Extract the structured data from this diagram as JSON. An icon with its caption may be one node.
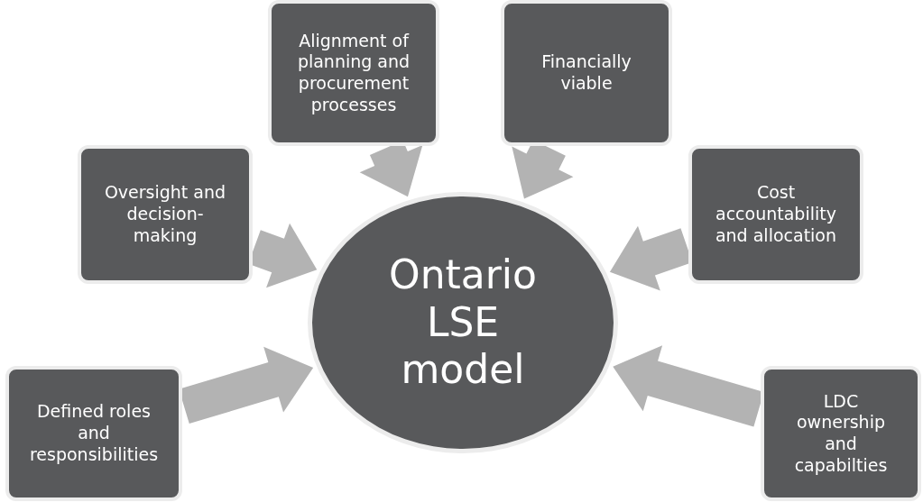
{
  "diagram": {
    "nodes": [
      {
        "text": [
          "Alignment of planning and procurement processes"
        ]
      },
      {
        "text": [
          "Financially viable"
        ]
      },
      {
        "text": [
          "Oversight and decision-making"
        ]
      },
      {
        "text": [
          "Cost accountability and allocation"
        ]
      },
      {
        "text": [
          "Ontario LSE model"
        ]
      },
      {
        "text": [
          "Defined roles and responsibilities"
        ]
      },
      {
        "text": [
          "LDC ownership and capabilties"
        ]
      }
    ],
    "edges": [
      {
        "from": 0,
        "to": 4,
        "arrow": "to"
      },
      {
        "from": 1,
        "to": 4,
        "arrow": "to"
      },
      {
        "from": 2,
        "to": 4,
        "arrow": "to"
      },
      {
        "from": 3,
        "to": 4,
        "arrow": "to"
      },
      {
        "from": 5,
        "to": 4,
        "arrow": "to"
      },
      {
        "from": 6,
        "to": 4,
        "arrow": "to"
      }
    ]
  }
}
